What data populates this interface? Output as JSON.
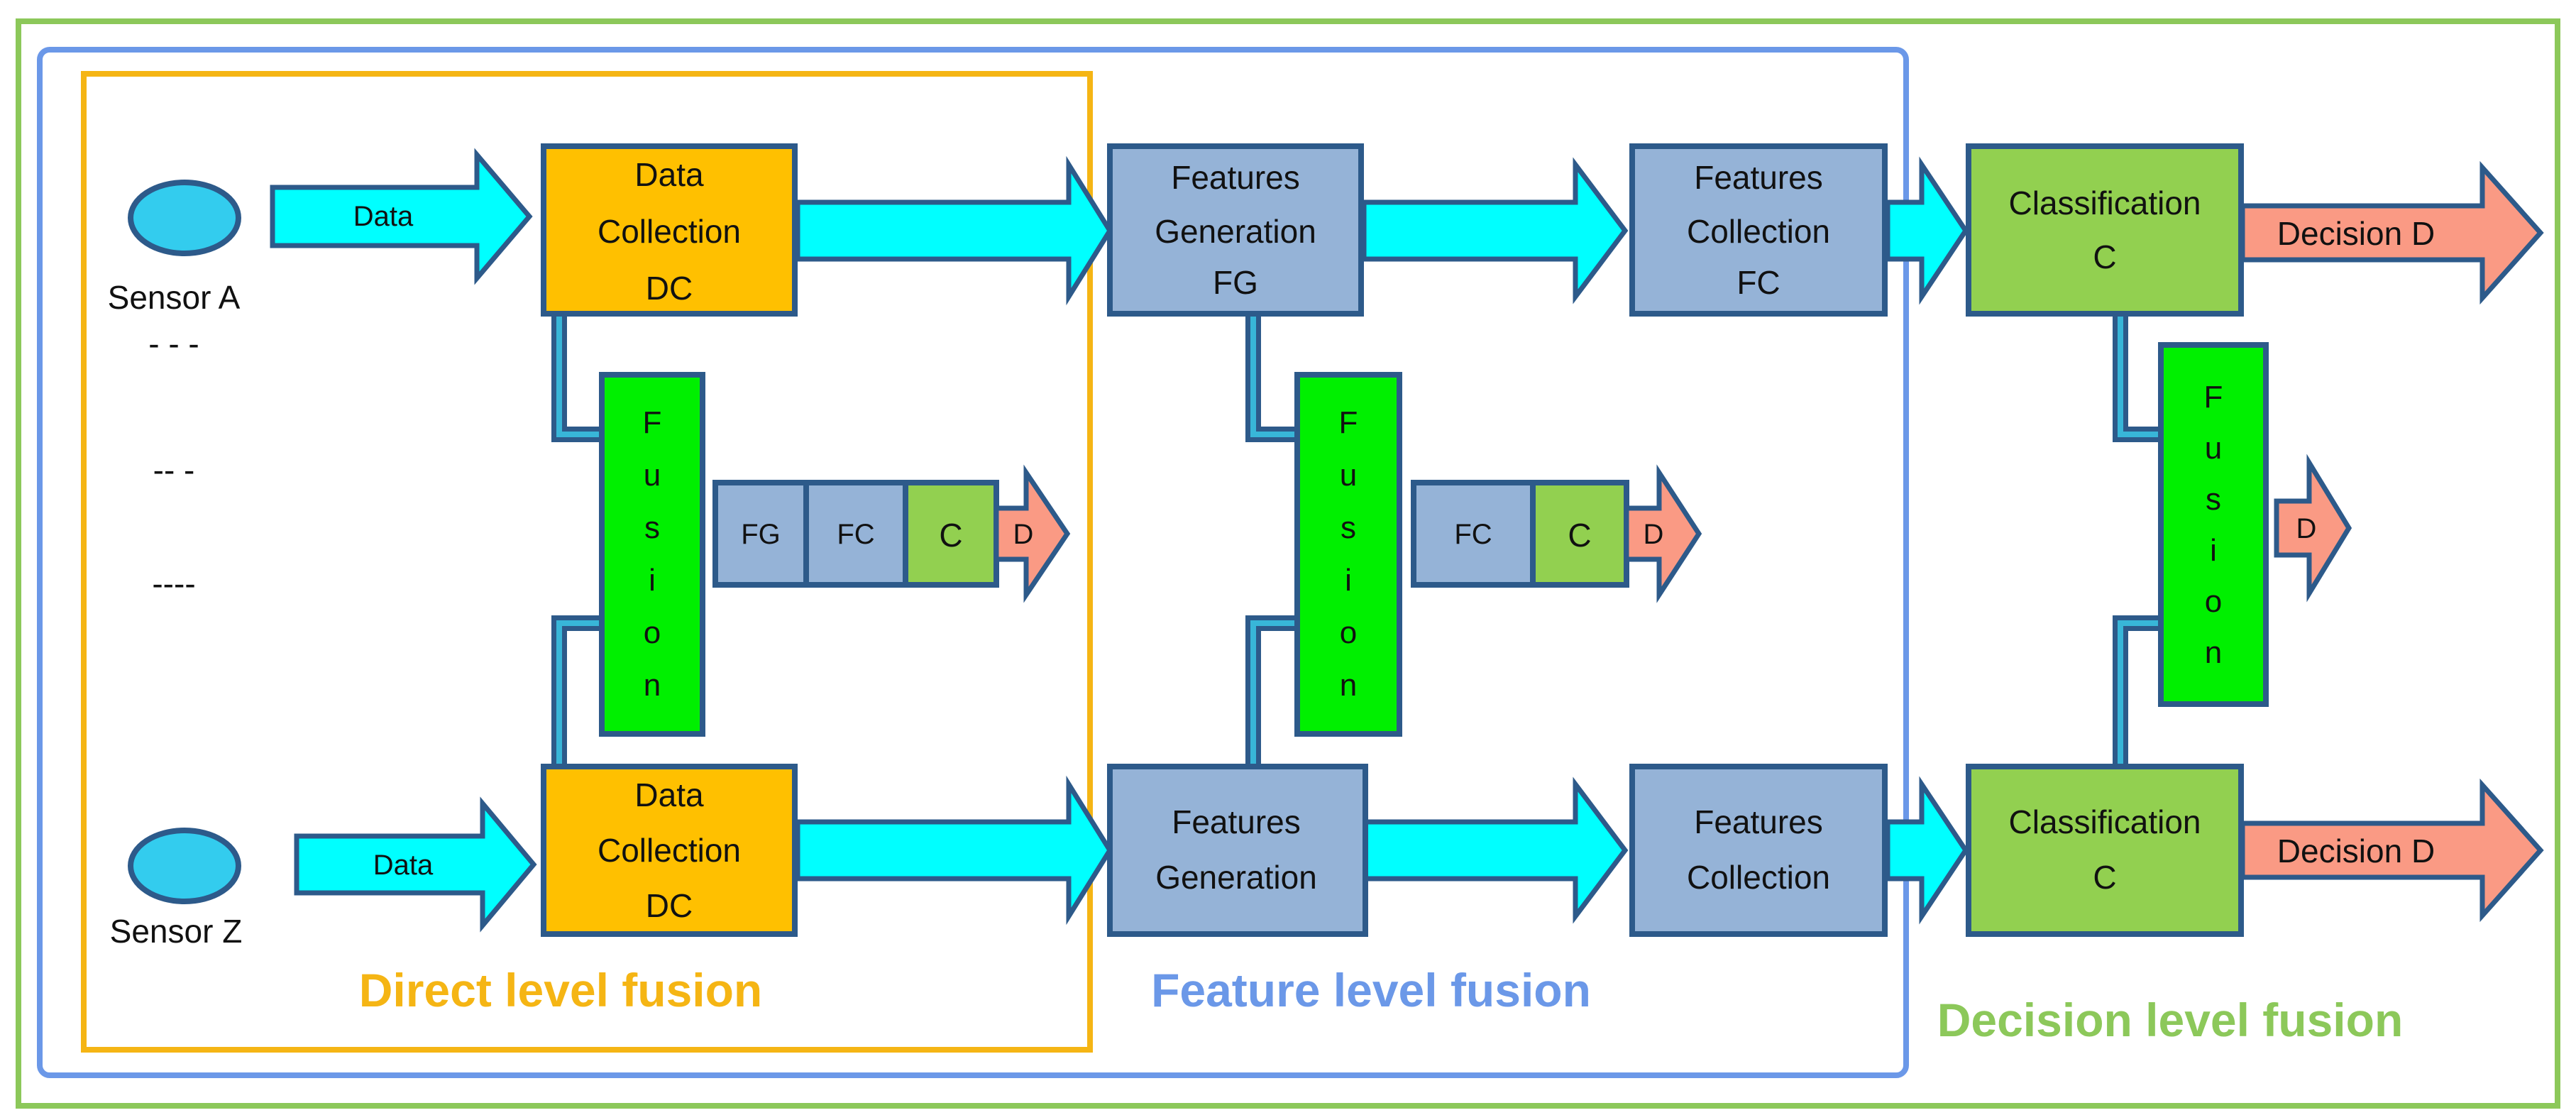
{
  "colors": {
    "decision_frame": "#8cc85a",
    "feature_frame": "#6b98e8",
    "direct_frame": "#f5b514",
    "data_collection_fill": "#ffc000",
    "features_fill": "#95b3d7",
    "classification_fill": "#92d050",
    "fusion_fill": "#00f000",
    "sensor_fill": "#33ccee",
    "data_arrow_fill": "#00ffff",
    "decision_arrow_fill": "#fa9a84",
    "outline": "#2d5a8a"
  },
  "frames": {
    "decision_label": "Decision level fusion",
    "feature_label": "Feature level fusion",
    "direct_label": "Direct level fusion"
  },
  "sensors": {
    "a_label": "Sensor A",
    "z_label": "Sensor Z",
    "dots_1": "-  -  -",
    "dots_2": "--  -",
    "dots_3": "----"
  },
  "arrows": {
    "data_a": "Data",
    "data_z": "Data",
    "decision_a": "Decision  D",
    "decision_z": "Decision D"
  },
  "top_row": {
    "dc": [
      "Data",
      "Collection",
      "DC"
    ],
    "fg": [
      "Features",
      "Generation",
      "FG"
    ],
    "fc": [
      "Features",
      "Collection",
      "FC"
    ],
    "cl": [
      "Classification",
      "C"
    ]
  },
  "bottom_row": {
    "dc": [
      "Data",
      "Collection",
      "DC"
    ],
    "fg": [
      "Features",
      "Generation"
    ],
    "fc": [
      "Features",
      "Collection"
    ],
    "cl": [
      "Classification",
      "C"
    ]
  },
  "fusion_letters": [
    "F",
    "u",
    "s",
    "i",
    "o",
    "n"
  ],
  "direct_chain": {
    "fg": "FG",
    "fc": "FC",
    "c": "C",
    "d": "D"
  },
  "feature_chain": {
    "fc": "FC",
    "c": "C",
    "d": "D"
  },
  "decision_chain": {
    "d": "D"
  }
}
